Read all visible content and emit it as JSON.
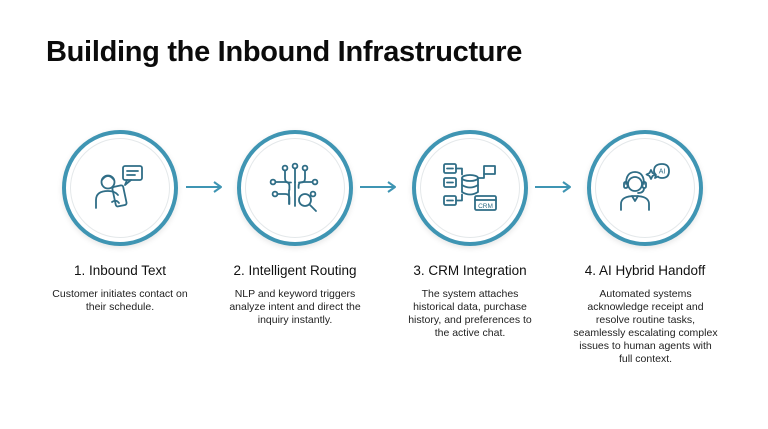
{
  "title": "Building the Inbound Infrastructure",
  "accent_color": "#3f95b3",
  "icon_color": "#2f6d86",
  "steps": [
    {
      "title": "1. Inbound Text",
      "description": "Customer initiates contact on their schedule.",
      "icon": "person-phone-chat-icon"
    },
    {
      "title": "2. Intelligent Routing",
      "description": "NLP and keyword triggers analyze intent and direct the inquiry instantly.",
      "icon": "network-magnifier-icon"
    },
    {
      "title": "3. CRM Integration",
      "description": "The system attaches historical data, purchase history, and preferences to the active chat.",
      "icon": "database-crm-icon",
      "icon_text": "CRM"
    },
    {
      "title": "4. AI Hybrid Handoff",
      "description": "Automated systems acknowledge receipt and resolve routine tasks, seamlessly escalating complex issues to human agents with full context.",
      "icon": "agent-headset-ai-icon",
      "icon_text": "AI"
    }
  ]
}
